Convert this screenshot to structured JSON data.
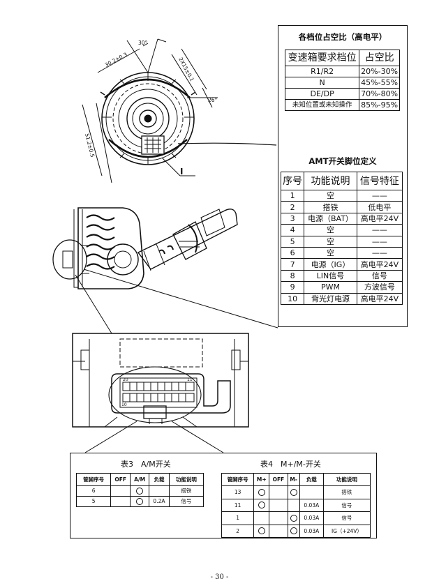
{
  "dims": {
    "angle_top": "30°",
    "dim_left": "30.2±0.3",
    "dim_right": "2X15±0.1",
    "angle_right": "26°",
    "dim_diag": "51.2±0.5",
    "section_mark": "I"
  },
  "duty_table": {
    "title": "各档位占空比（高电平）",
    "header": [
      "变速箱要求档位",
      "占空比"
    ],
    "rows": [
      [
        "R1/R2",
        "20%-30%"
      ],
      [
        "N",
        "45%-55%"
      ],
      [
        "DE/DP",
        "70%-80%"
      ],
      [
        "未知位置或未知操作",
        "85%-95%"
      ]
    ]
  },
  "amt_table": {
    "title": "AMT开关脚位定义",
    "header": [
      "序号",
      "功能说明",
      "信号特征"
    ],
    "rows": [
      [
        "1",
        "空",
        "——"
      ],
      [
        "2",
        "搭铁",
        "低电平"
      ],
      [
        "3",
        "电源（BAT）",
        "高电平24V"
      ],
      [
        "4",
        "空",
        "——"
      ],
      [
        "5",
        "空",
        "——"
      ],
      [
        "6",
        "空",
        "——"
      ],
      [
        "7",
        "电源（IG）",
        "高电平24V"
      ],
      [
        "8",
        "LIN信号",
        "信号"
      ],
      [
        "9",
        "PWM",
        "方波信号"
      ],
      [
        "10",
        "背光灯电源",
        "高电平24V"
      ]
    ]
  },
  "connector": {
    "pin_left": "20",
    "pin_right": "11",
    "pin_bottom_left": "10"
  },
  "table3": {
    "caption": "表3　A/M开关",
    "header": [
      "管脚序号",
      "OFF",
      "A/M",
      "负载",
      "功能说明"
    ],
    "rows": [
      [
        "6",
        "",
        "",
        "",
        "搭铁"
      ],
      [
        "5",
        "",
        "",
        "0.2A",
        "信号"
      ]
    ]
  },
  "table4": {
    "caption": "表4　M+/M-开关",
    "header": [
      "管脚序号",
      "M+",
      "OFF",
      "M-",
      "负载",
      "功能说明"
    ],
    "rows": [
      [
        "13",
        "",
        "",
        "",
        "",
        "搭铁"
      ],
      [
        "11",
        "",
        "",
        "",
        "0.03A",
        "信号"
      ],
      [
        "1",
        "",
        "",
        "",
        "0.03A",
        "信号"
      ],
      [
        "2",
        "",
        "",
        "",
        "0.03A",
        "IG（+24V）"
      ]
    ]
  },
  "page_number": "- 30 -"
}
